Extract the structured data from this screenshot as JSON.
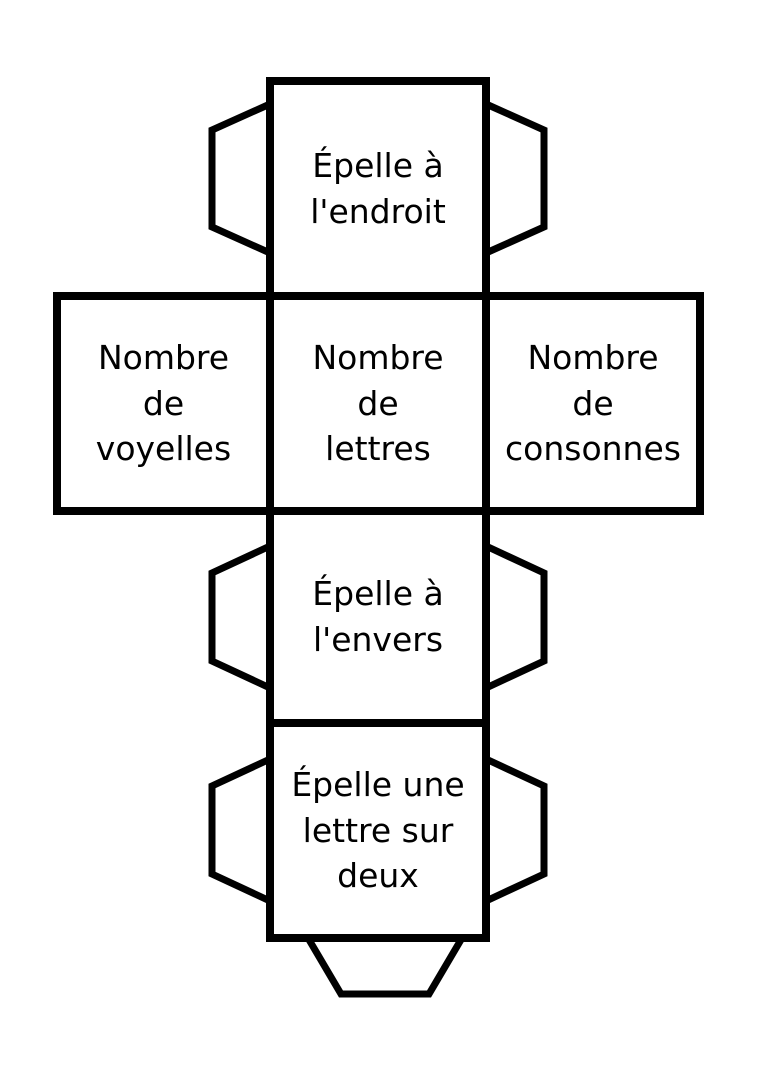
{
  "colors": {
    "stroke": "#000000",
    "fill": "#ffffff",
    "text": "#000000"
  },
  "faces": [
    {
      "id": "top",
      "lines": [
        "Épelle à",
        "l'endroit"
      ]
    },
    {
      "id": "middle-left",
      "lines": [
        "Nombre",
        "de",
        "voyelles"
      ]
    },
    {
      "id": "middle-center",
      "lines": [
        "Nombre",
        "de",
        "lettres"
      ]
    },
    {
      "id": "middle-right",
      "lines": [
        "Nombre",
        "de",
        "consonnes"
      ]
    },
    {
      "id": "lower",
      "lines": [
        "Épelle à",
        "l'envers"
      ]
    },
    {
      "id": "bottom",
      "lines": [
        "Épelle une",
        "lettre sur",
        "deux"
      ]
    }
  ]
}
